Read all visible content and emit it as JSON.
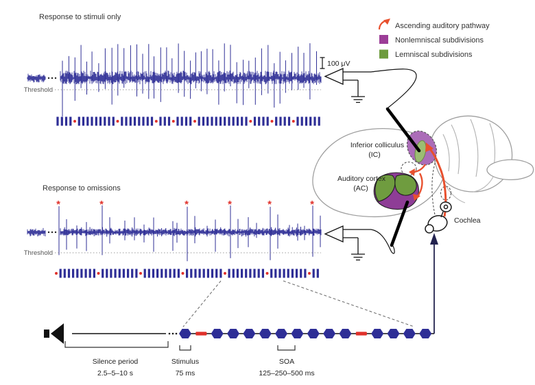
{
  "colors": {
    "trace": "#2e2e96",
    "red": "#e0312a",
    "legend_purple": "#9c3d97",
    "legend_green": "#6d9b3d",
    "ic_purple": "#ab6cb8",
    "ic_green": "#9cbd72",
    "ac_purple": "#8e3d96",
    "ac_green": "#6f9c3f",
    "arrow_red": "#e8502e",
    "navy": "#23234f",
    "brain_outline": "#9e9e9e"
  },
  "panel_stimuli": {
    "title": "Response to stimuli only",
    "threshold": "Threshold",
    "scalebar": "100 μV"
  },
  "panel_omissions": {
    "title": "Response to omissions",
    "threshold": "Threshold",
    "asterisk": "*",
    "asterisk_x": [
      85,
      148,
      272,
      335,
      393,
      455
    ]
  },
  "raster_stimuli": {
    "groups": [
      4,
      9,
      8,
      3,
      4,
      12,
      4,
      4,
      6
    ],
    "leading_dot": false
  },
  "raster_omissions": {
    "groups": [
      9,
      9,
      9,
      9,
      9,
      9,
      2
    ],
    "leading_dot": true
  },
  "legend": {
    "items": [
      {
        "icon": "ascending-arrow",
        "label": "Ascending auditory pathway"
      },
      {
        "icon": "purple-square",
        "label": "Nonlemniscal subdivisions"
      },
      {
        "icon": "green-square",
        "label": "Lemniscal subdivisions"
      }
    ]
  },
  "brain": {
    "ic_label": "Inferior colliculus",
    "ic_abbr": "(IC)",
    "ac_label": "Auditory cortex",
    "ac_abbr": "(AC)",
    "cochlea_label": "Cochlea"
  },
  "timeline": {
    "pattern": [
      "stim",
      "omission",
      "stim",
      "stim",
      "stim",
      "stim",
      "stim",
      "stim",
      "stim",
      "stim",
      "stim",
      "omission",
      "stim",
      "stim",
      "stim",
      "stim"
    ],
    "silence_label": "Silence period",
    "silence_value": "2.5–5–10 s",
    "stimulus_label": "Stimulus",
    "stimulus_value": "75 ms",
    "soa_label": "SOA",
    "soa_value": "125–250–500 ms"
  }
}
